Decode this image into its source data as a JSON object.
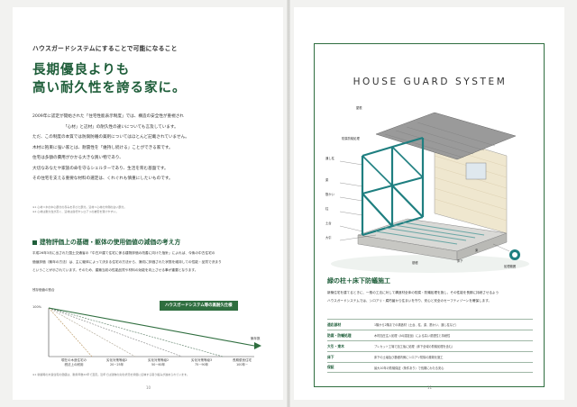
{
  "left": {
    "lead": "ハウスガードシステムにすることで可能になること",
    "headline": [
      "長期優良よりも",
      "高い耐久性を誇る家に。"
    ],
    "paragraphs": [
      "2009年に認定が開始された「住宅性能表示制度」では、構造の安全性が重視され",
      "「心材」と辺材」の耐久性の違いについても言及しています。",
      "ただ、この制度の本質では防腐防蟻の薬剤についてはほとんど記載されていません。",
      "木材に抱束に強い家とは、耐震性を「維持し続ける」ことができる家です。",
      "住宅は多額の費用がかかる大きな買い物であり、",
      "大切なあなたや家族の命を守るシェルターであり、生活を育む基盤です。",
      "その住宅を支える重要な材料の選定は、くれぐれも慎重にしたいものです。"
    ],
    "notes": [
      "※1 心材＝木の中心部分の赤みを帯びた部分。辺材＝心材の外側の白い部分。",
      "※2 心材は耐久性が高く、辺材は腐朽やシロアリの被害を受けやすい。"
    ],
    "section2_title": "建物評価上の基礎・躯体の使用価値の減価の考え方",
    "section2_paragraphs": [
      "平成26年3月に出された国土交通省の「中古戸建て住宅に係る建物評価の改善に向けた指針」によれば、今後の中古住宅の",
      "価値評価（築年の方法）は、主に躯体によって決まる住宅の方法から、適切に評価された状態を維持しての性能・品質で決まり",
      "ということが示されています。そのため、建築当初の性能品質や材料の効能を向上させる事が重要となります。"
    ],
    "chart": {
      "y_axis_title": "残存価値の割合",
      "y_top_label": "100%",
      "banner": "ハウスガードシステム等の高耐久仕様",
      "x_end_label": "築年数",
      "x_labels": [
        {
          "line1": "現在の木造住宅の",
          "line2": "税法上の耐用",
          "line3": ""
        },
        {
          "line1": "劣化対策等級2",
          "line2": "20~25年",
          "line3": ""
        },
        {
          "line1": "劣化対策等級2",
          "line2": "50~60年",
          "line3": ""
        },
        {
          "line1": "劣化対策等級3",
          "line2": "75~90年",
          "line3": ""
        },
        {
          "line1": "長期優良住宅",
          "line2": "100年~",
          "line3": ""
        }
      ]
    },
    "foot_note": "※1 新築時の木造住宅の価値は、耐用年数22年で査定。近年では建物の劣化状況を評価に反映する取り組みが進められています。",
    "page_number": "10"
  },
  "right": {
    "system_title": "HOUSE GUARD SYSTEM",
    "diagram_labels": [
      "屋根",
      "通し柱",
      "梁",
      "筋かい",
      "柱",
      "土台",
      "大引",
      "防腐防蟻処理",
      "基礎",
      "床下",
      "束",
      "処理範囲"
    ],
    "section_title": "緑の柱＋床下防蟻施工",
    "paragraphs": [
      "新築住宅を建てるときに、一般の工法に対して構造材全体の防腐・防蟻処理を施し、その性能を長期に持続させるよう",
      "ハウスガードシステムでは、シロアリ・腐朽菌から住まいを守り、安心と安全のセーフティゾーンを確保します。"
    ],
    "spec_rows": [
      {
        "key": "適応部材",
        "value": "1階から2階までの構造材（土台、柱、梁、筋かい、通し柱など）"
      },
      {
        "key": "防腐・防蟻処理",
        "value": "木材加圧注入処理（AQ認証品）による高い浸透性と持続性"
      },
      {
        "key": "大引・束木",
        "value": "プレカット工場で加工後に処理（床下全域の防蟻処理を含む）"
      },
      {
        "key": "床下",
        "value": "床下の土壌及び基礎内側にシロアリ防除の薬剤を施工"
      },
      {
        "key": "保証",
        "value": "最大10年の防蟻保証（条件あり）で長期にわたる安心"
      }
    ],
    "page_number": "11"
  },
  "colors": {
    "accent_green": "#1f5e3a",
    "banner_green": "#2f6e3f",
    "teal_frame": "#1f7f80"
  }
}
